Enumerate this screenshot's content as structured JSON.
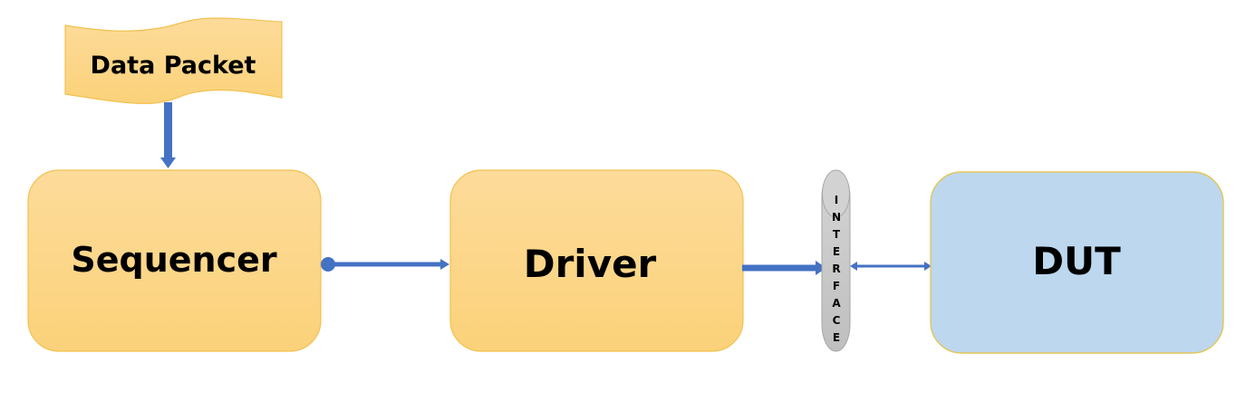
{
  "diagram": {
    "data_packet": {
      "label": "Data Packet",
      "fill_top": "#fce3a8",
      "fill_bottom": "#fbd47f",
      "stroke": "#f2c14e"
    },
    "sequencer": {
      "label": "Sequencer"
    },
    "driver": {
      "label": "Driver"
    },
    "interface": {
      "letters": [
        "I",
        "N",
        "T",
        "E",
        "R",
        "F",
        "A",
        "C",
        "E"
      ],
      "fill": "#c9c9c9",
      "stroke": "#a6a6a6"
    },
    "dut": {
      "label": "DUT",
      "fill": "#bdd7ee",
      "stroke": "#e2c65a"
    },
    "arrow_color": "#4472c4",
    "connections": [
      {
        "from": "Data Packet",
        "to": "Sequencer",
        "type": "arrow"
      },
      {
        "from": "Sequencer",
        "to": "Driver",
        "type": "dot-to-arrow"
      },
      {
        "from": "Driver",
        "to": "INTERFACE",
        "type": "arrow"
      },
      {
        "from": "INTERFACE",
        "to": "DUT",
        "type": "bidirectional-arrow"
      }
    ]
  }
}
